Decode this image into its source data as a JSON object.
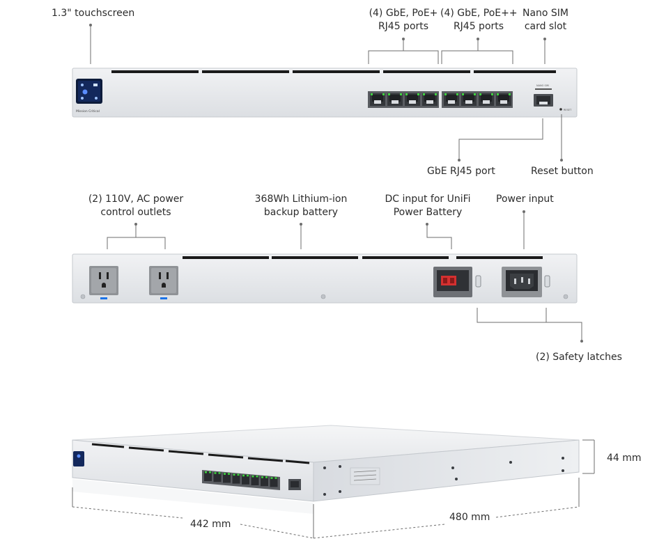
{
  "front_panel": {
    "touchscreen": "1.3\" touchscreen",
    "poe_plus_line1": "(4) GbE, PoE+",
    "poe_plus_line2": "RJ45 ports",
    "poe_pp_line1": "(4) GbE, PoE++",
    "poe_pp_line2": "RJ45 ports",
    "sim_line1": "Nano SIM",
    "sim_line2": "card slot",
    "gbe_port": "GbE RJ45 port",
    "reset_button": "Reset button",
    "brand_text": "Mission Critical",
    "sim_tiny": "NANO SIM",
    "reset_tiny": "RESET"
  },
  "rear_panel": {
    "outlets_line1": "(2) 110V, AC power",
    "outlets_line2": "control outlets",
    "battery_line1": "368Wh Lithium-ion",
    "battery_line2": "backup battery",
    "dc_line1": "DC input for UniFi",
    "dc_line2": "Power Battery",
    "power_input": "Power input",
    "latches": "(2) Safety latches"
  },
  "dimensions": {
    "height": "44 mm",
    "width": "442 mm",
    "depth": "480 mm"
  },
  "colors": {
    "chassis": "#e7e9ec",
    "chassis_edge": "#c9ccd1",
    "vent": "#1a1a1a",
    "port_led": "#3fd13f",
    "screen": "#0d1b3a",
    "leader": "#6d6d6d",
    "outlet_blue": "#1a73e8",
    "dc_red": "#d43030"
  }
}
